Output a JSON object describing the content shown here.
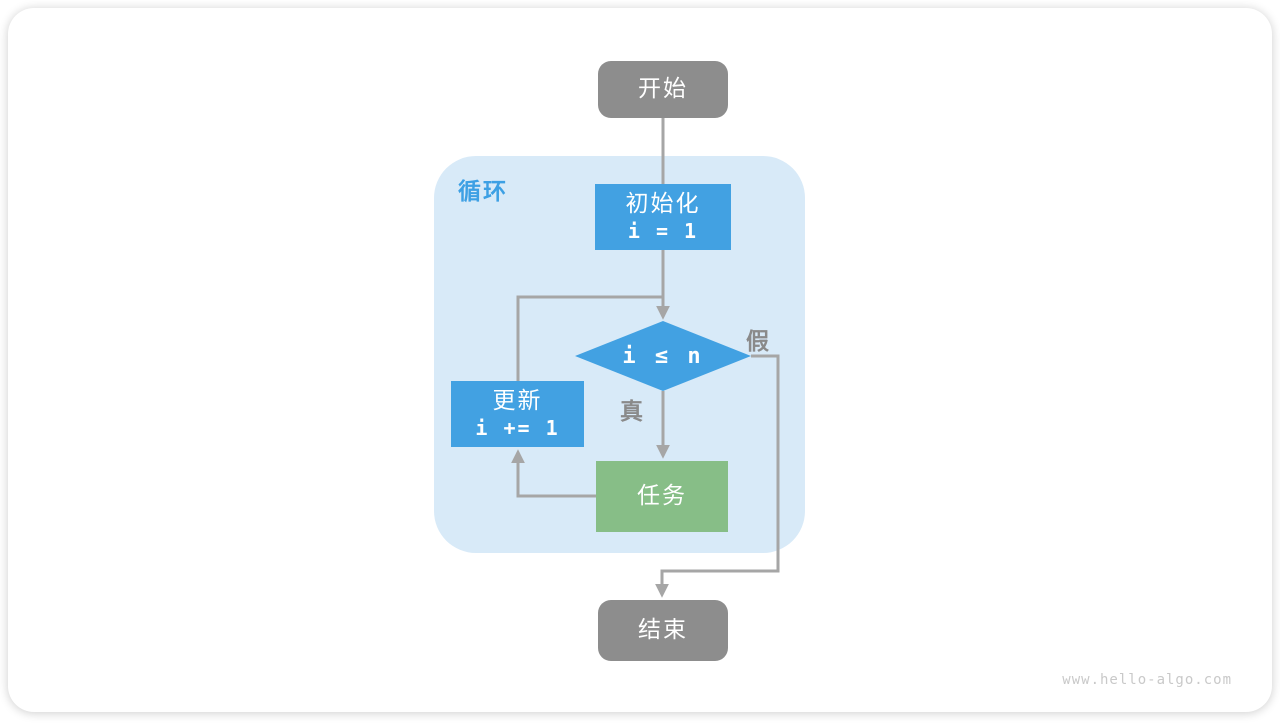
{
  "diagram": {
    "loop_label": "循环",
    "nodes": {
      "start": {
        "label": "开始"
      },
      "init": {
        "title": "初始化",
        "code": "i = 1"
      },
      "condition": {
        "code": "i ≤ n"
      },
      "update": {
        "title": "更新",
        "code": "i += 1"
      },
      "task": {
        "label": "任务"
      },
      "end": {
        "label": "结束"
      }
    },
    "edge_labels": {
      "true_branch": "真",
      "false_branch": "假"
    },
    "colors": {
      "node_blue": "#42a1e2",
      "node_green": "#87be87",
      "node_gray": "#8d8d8d",
      "loop_background": "#d8eaf8",
      "loop_label_blue": "#3da0e4",
      "connector_gray": "#a6a6a6",
      "edge_label_gray": "#8a8a8a",
      "watermark_gray": "#c9c9c9"
    },
    "watermark": "www.hello-algo.com"
  }
}
